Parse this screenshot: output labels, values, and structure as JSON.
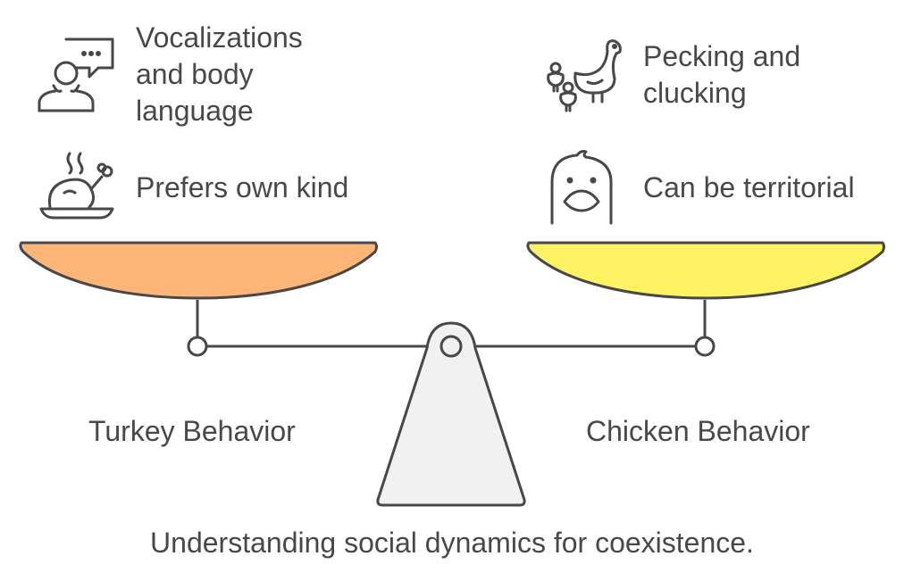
{
  "left": {
    "label": "Turkey Behavior",
    "pan_color": "#FDB677",
    "items": [
      {
        "text": "Vocalizations and body language",
        "icon": "person-speech-bubble-icon"
      },
      {
        "text": "Prefers own kind",
        "icon": "roast-turkey-icon"
      }
    ]
  },
  "right": {
    "label": "Chicken Behavior",
    "pan_color": "#FFF263",
    "items": [
      {
        "text": "Pecking and clucking",
        "icon": "bird-with-chicks-icon"
      },
      {
        "text": "Can be territorial",
        "icon": "chick-face-icon"
      }
    ]
  },
  "caption": "Understanding social dynamics for coexistence.",
  "colors": {
    "stroke": "#484848",
    "fulcrum": "#F1F1F1"
  }
}
